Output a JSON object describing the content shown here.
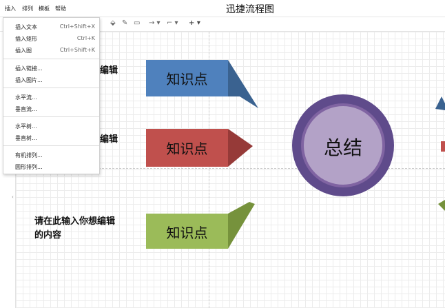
{
  "app": {
    "title": "迅捷流程图"
  },
  "menubar": {
    "items": [
      "插入",
      "排列",
      "模板",
      "帮助"
    ]
  },
  "toolbar": {
    "fill_icon": "paint-bucket-icon",
    "line_icon": "pen-icon",
    "shape_icon": "rectangle-icon",
    "connector_icon": "arrow-connector-icon",
    "waypoint_icon": "elbow-connector-icon",
    "insert_icon": "plus-icon"
  },
  "dropdown": {
    "items": [
      {
        "label": "插入文本",
        "shortcut": "Ctrl+Shift+X"
      },
      {
        "label": "插入矩形",
        "shortcut": "Ctrl+K"
      },
      {
        "label": "插入图",
        "shortcut": "Ctrl+Shift+K"
      },
      {
        "label": "插入链接...",
        "shortcut": ""
      },
      {
        "label": "插入图片...",
        "shortcut": ""
      },
      {
        "label": "水平流...",
        "shortcut": ""
      },
      {
        "label": "垂直流...",
        "shortcut": ""
      },
      {
        "label": "水平树...",
        "shortcut": ""
      },
      {
        "label": "垂直树...",
        "shortcut": ""
      },
      {
        "label": "有机排列...",
        "shortcut": ""
      },
      {
        "label": "圆形排列...",
        "shortcut": ""
      }
    ]
  },
  "diagram": {
    "text_blocks": [
      {
        "text": "编辑"
      },
      {
        "text": "编辑"
      },
      {
        "line1": "请在此输入你想编辑",
        "line2": "的内容"
      }
    ],
    "boxes": [
      {
        "label": "知识点",
        "color": "#4f81bd",
        "side_color": "#3a6290"
      },
      {
        "label": "知识点",
        "color": "#c0504d",
        "side_color": "#963a38"
      },
      {
        "label": "知识点",
        "color": "#9bbb59",
        "side_color": "#76923c"
      }
    ],
    "center": {
      "label": "总结",
      "outer_color": "#5f4b8b",
      "ring_color": "#8064a2",
      "inner_color": "#b3a2c7"
    }
  }
}
